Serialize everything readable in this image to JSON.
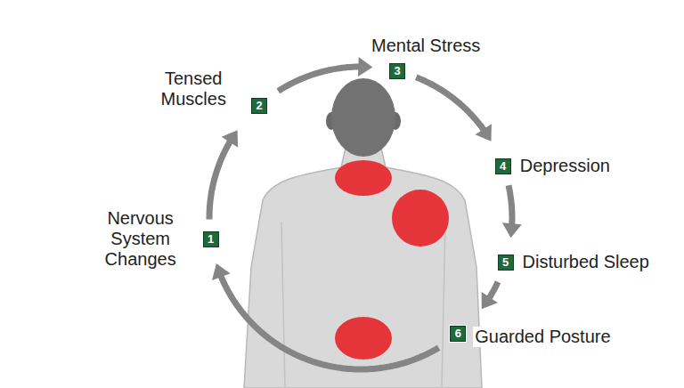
{
  "diagram": {
    "nodes": [
      {
        "text": [
          "1",
          "Nervous System Changes"
        ]
      },
      {
        "text": [
          "2",
          "Tensed Muscles"
        ]
      },
      {
        "text": [
          "3",
          "Mental Stress"
        ]
      },
      {
        "text": [
          "4",
          "Depression"
        ]
      },
      {
        "text": [
          "5",
          "Disturbed Sleep"
        ]
      },
      {
        "text": [
          "6",
          "Guarded Posture"
        ]
      }
    ],
    "edges": [
      {
        "from": 0,
        "to": 1,
        "arrow": "to"
      },
      {
        "from": 1,
        "to": 2,
        "arrow": "to"
      },
      {
        "from": 2,
        "to": 3,
        "arrow": "to"
      },
      {
        "from": 3,
        "to": 4,
        "arrow": "to"
      },
      {
        "from": 4,
        "to": 5,
        "arrow": "to"
      },
      {
        "from": 5,
        "to": 0,
        "arrow": "to"
      }
    ]
  }
}
